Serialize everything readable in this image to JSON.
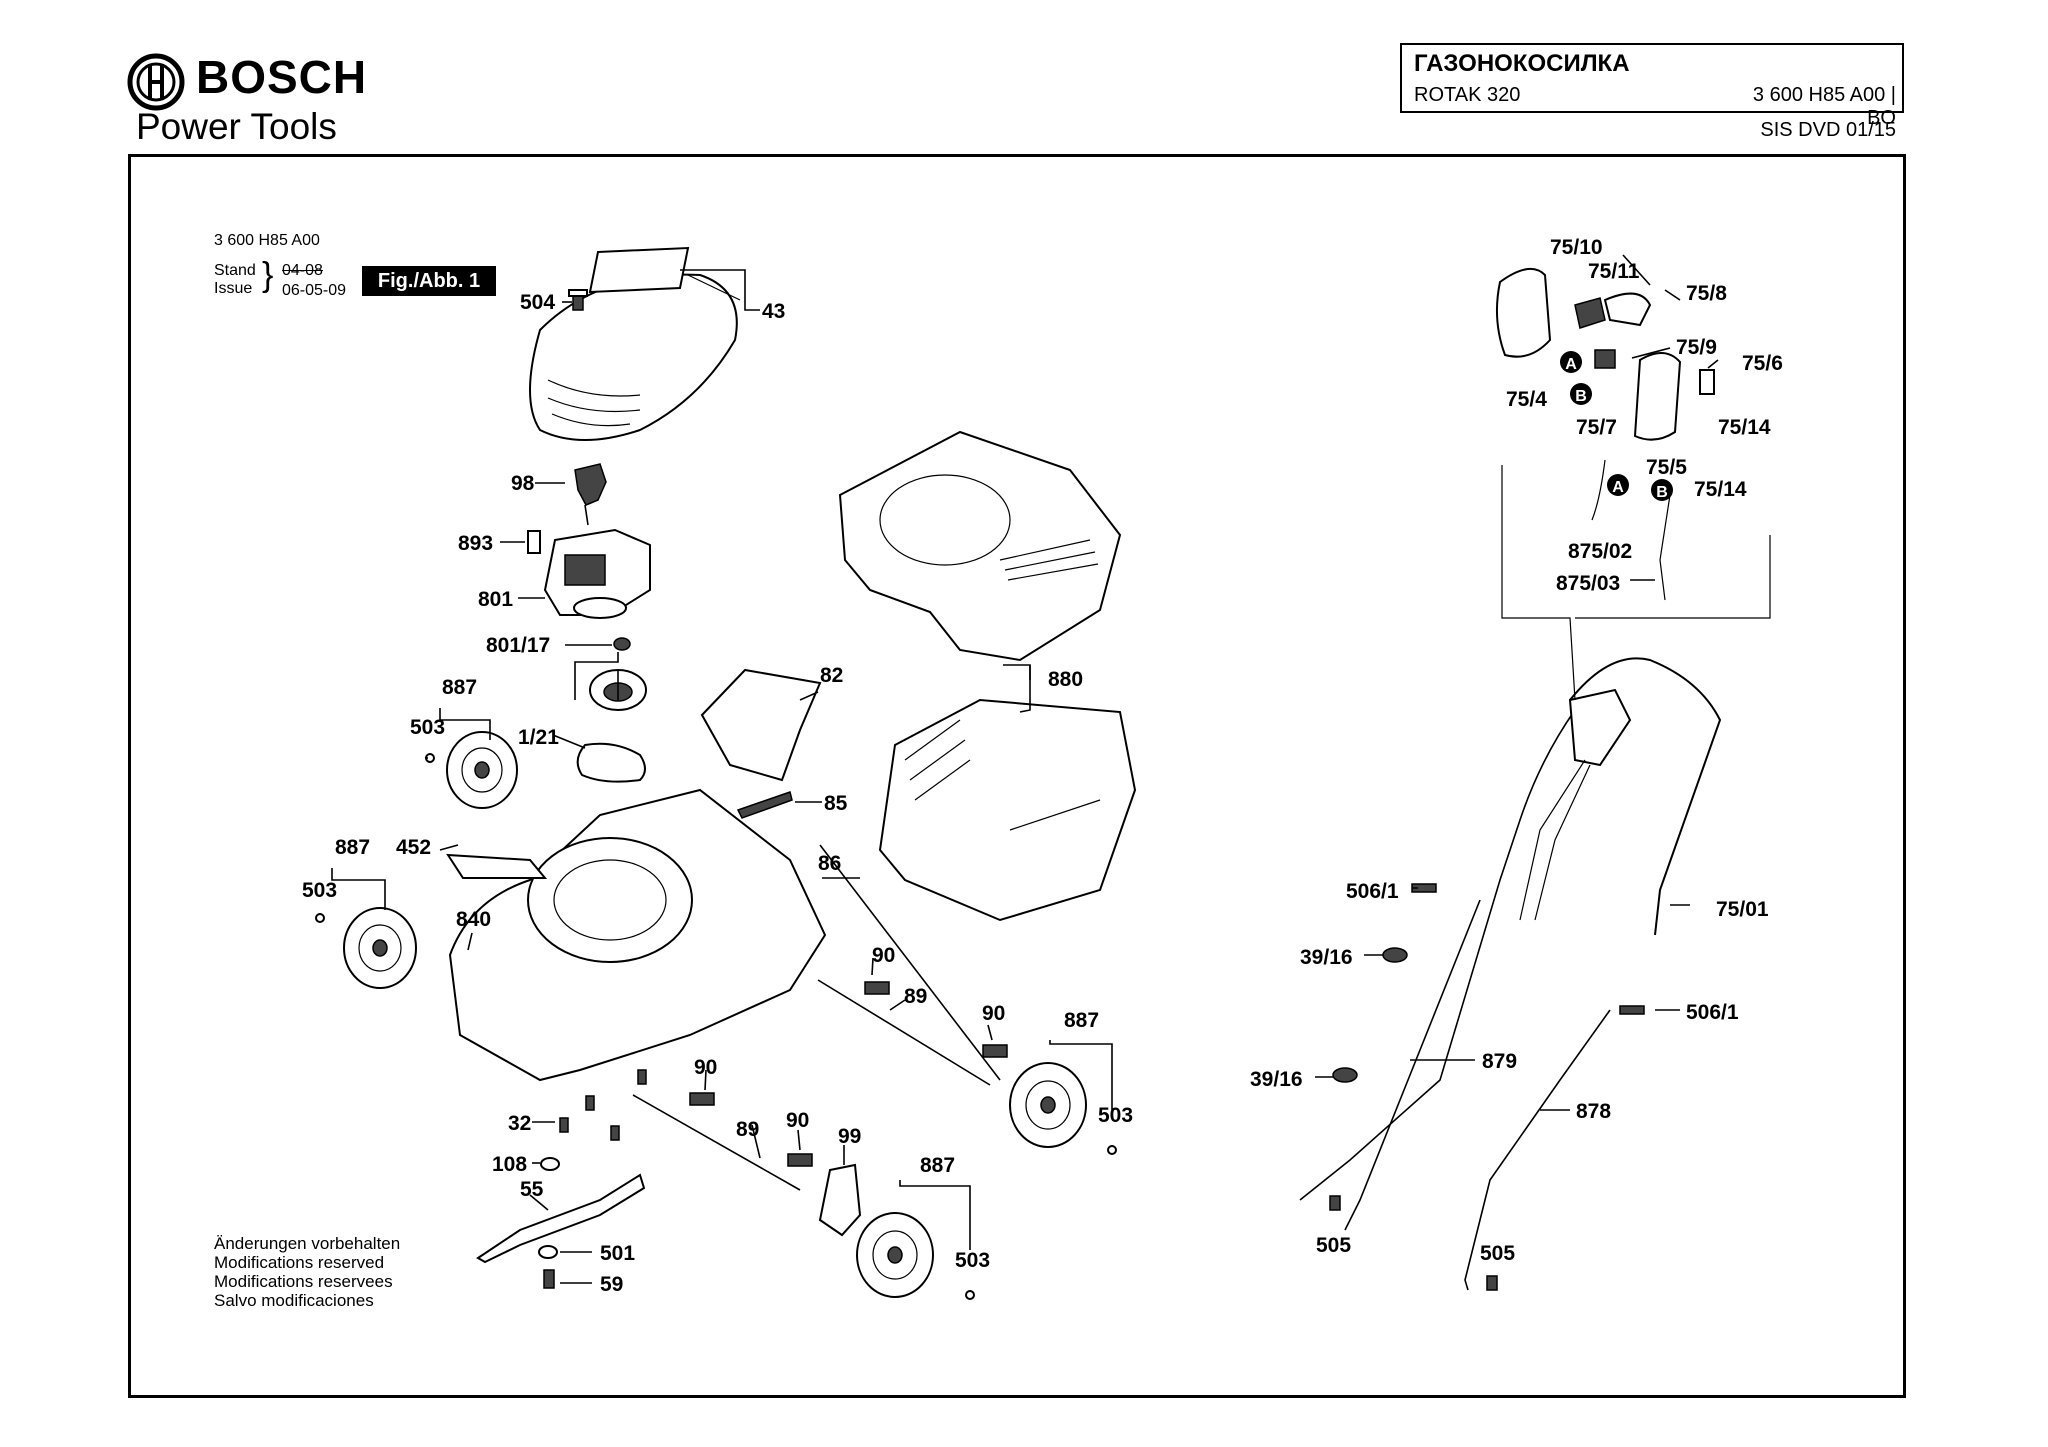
{
  "header": {
    "brand": "BOSCH",
    "subtitle": "Power Tools",
    "doc_title": "ГАЗОНОКОСИЛКА",
    "model": "ROTAK 320",
    "part_no": "3 600 H85 A00 | BO",
    "source": "SIS DVD 01/15"
  },
  "figure": {
    "number": "3 600 H85 A00",
    "stand_label": "Stand",
    "issue_label": "Issue",
    "stand_value": "04-08",
    "issue_value": "06-05-09",
    "fig_tag": "Fig./Abb. 1"
  },
  "notes": [
    "Änderungen vorbehalten",
    "Modifications reserved",
    "Modifications reservees",
    "Salvo modificaciones"
  ],
  "callouts": {
    "c504": "504",
    "c43": "43",
    "c98": "98",
    "c893": "893",
    "c801": "801",
    "c801_17": "801/17",
    "c887a": "887",
    "c503a": "503",
    "c1_21": "1/21",
    "c82": "82",
    "c85": "85",
    "c880": "880",
    "c887b": "887",
    "c503b": "503",
    "c452": "452",
    "c840": "840",
    "c86": "86",
    "c90a": "90",
    "c89a": "89",
    "c90b": "90",
    "c887c": "887",
    "c503c": "503",
    "c90c": "90",
    "c32": "32",
    "c89b": "89",
    "c90d": "90",
    "c99": "99",
    "c887d": "887",
    "c108": "108",
    "c55": "55",
    "c501": "501",
    "c59": "59",
    "c503d": "503",
    "c75_10": "75/10",
    "c75_11": "75/11",
    "c75_8": "75/8",
    "c75_9": "75/9",
    "c75_6": "75/6",
    "c75_4": "75/4",
    "c75_7": "75/7",
    "c75_14a": "75/14",
    "c75_5": "75/5",
    "c75_14b": "75/14",
    "c875_02": "875/02",
    "c875_03": "875/03",
    "c506_1a": "506/1",
    "c75_01": "75/01",
    "c39_16a": "39/16",
    "c506_1b": "506/1",
    "c879": "879",
    "c39_16b": "39/16",
    "c878": "878",
    "c505a": "505",
    "c505b": "505",
    "ca1": "A",
    "cb1": "B",
    "ca2": "A",
    "cb2": "B"
  }
}
